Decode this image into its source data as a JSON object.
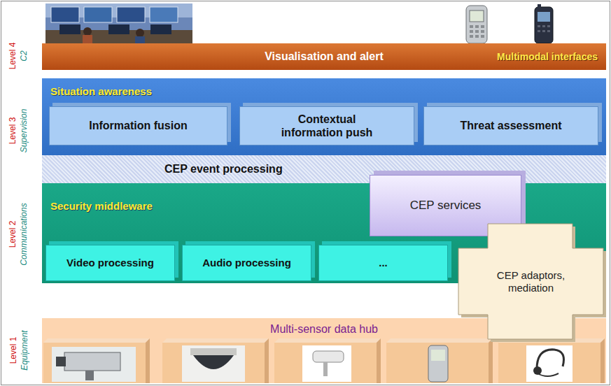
{
  "diagram": {
    "nodes": [
      {
        "text": [
          "Visualisation and alert",
          "Multimodal interfaces"
        ]
      },
      {
        "text": [
          "Situation awareness"
        ]
      },
      {
        "text": [
          "Information fusion"
        ],
        "in": 1
      },
      {
        "text": [
          "Contextual information push"
        ],
        "in": 1
      },
      {
        "text": [
          "Threat assessment"
        ],
        "in": 1
      },
      {
        "text": [
          "CEP event processing"
        ]
      },
      {
        "text": [
          "Security middleware"
        ]
      },
      {
        "text": [
          "Video processing"
        ],
        "in": 6
      },
      {
        "text": [
          "Audio processing"
        ],
        "in": 6
      },
      {
        "text": [
          "..."
        ],
        "in": 6
      },
      {
        "text": [
          "CEP services"
        ]
      },
      {
        "text": [
          "CEP adaptors, mediation"
        ]
      },
      {
        "text": [
          "Multi-sensor data hub"
        ]
      }
    ],
    "labels": [
      "Level 4",
      "C2",
      "Level 3",
      "Supervision",
      "Level 2",
      "Communications",
      "Level 1",
      "Equipment"
    ]
  }
}
